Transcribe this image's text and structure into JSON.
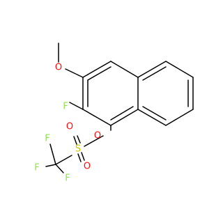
{
  "molecule": {
    "atoms": {
      "oxygen_methoxy": {
        "symbol": "O",
        "color": "#ff0d0d"
      },
      "fluorine_ring": {
        "symbol": "F",
        "color": "#90e050"
      },
      "oxygen_ester": {
        "symbol": "O",
        "color": "#ff0d0d"
      },
      "sulfur": {
        "symbol": "S",
        "color": "#c8c800"
      },
      "oxygen_sulfonyl_1": {
        "symbol": "O",
        "color": "#ff0d0d"
      },
      "oxygen_sulfonyl_2": {
        "symbol": "O",
        "color": "#ff0d0d"
      },
      "fluorine_cf3_1": {
        "symbol": "F",
        "color": "#90e050"
      },
      "fluorine_cf3_2": {
        "symbol": "F",
        "color": "#90e050"
      },
      "fluorine_cf3_3": {
        "symbol": "F",
        "color": "#90e050"
      }
    },
    "bond_color": "#000000"
  }
}
